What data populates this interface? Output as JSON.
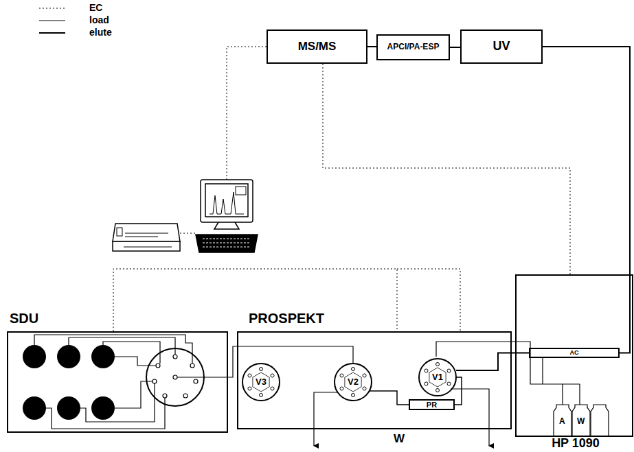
{
  "diagram": {
    "nodes": [
      {
        "text": [
          "MS/MS"
        ]
      },
      {
        "text": [
          "APCI/PA-ESP"
        ]
      },
      {
        "text": [
          "UV"
        ]
      },
      {
        "text": [
          "SDU"
        ]
      },
      {
        "text": [
          "PROSPEKT"
        ]
      },
      {
        "text": [
          "V3"
        ],
        "in": 4
      },
      {
        "text": [
          "V2"
        ],
        "in": 4
      },
      {
        "text": [
          "V1"
        ],
        "in": 4
      },
      {
        "text": [
          "PR"
        ],
        "in": 4
      },
      {
        "text": [
          "HP 1090"
        ]
      },
      {
        "text": [
          "AC"
        ],
        "in": 9
      }
    ],
    "edges": [
      {
        "from": 0,
        "to": 1,
        "arrow": "none"
      },
      {
        "from": 1,
        "to": 2,
        "arrow": "none"
      },
      {
        "from": 10,
        "to": 2,
        "arrow": "none"
      },
      {
        "from": 0,
        "to": 9,
        "arrow": "none"
      },
      {
        "from": 3,
        "to": 4,
        "arrow": "none"
      },
      {
        "from": 3,
        "to": 6,
        "arrow": "none"
      },
      {
        "from": 6,
        "to": 8,
        "arrow": "none"
      },
      {
        "from": 8,
        "to": 7,
        "arrow": "none"
      },
      {
        "from": 7,
        "to": 10,
        "arrow": "none"
      }
    ],
    "labels": [
      "W",
      "A",
      "W"
    ],
    "legend": [
      {
        "text": "EC"
      },
      {
        "text": "load"
      },
      {
        "text": "elute"
      }
    ]
  }
}
